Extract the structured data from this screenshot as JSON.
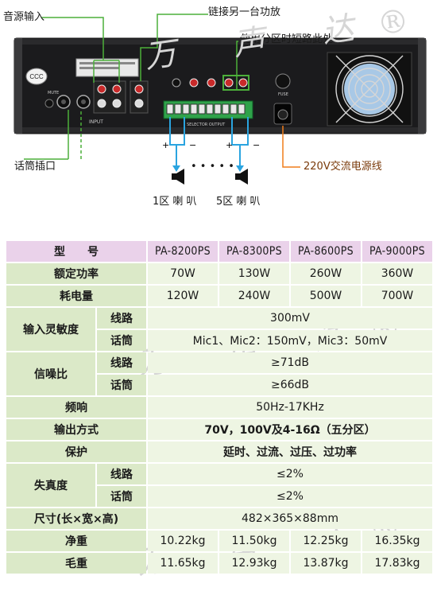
{
  "diagram": {
    "callouts": {
      "audio_input": "音源输入",
      "link_amp": "链接另一台功放",
      "short_zone": "使用分区时短路此处",
      "mic_jack": "话筒插口",
      "power_cord": "220V交流电源线"
    },
    "speakers": {
      "zone1": "1区 喇 叭",
      "zone5": "5区 喇 叭",
      "dots": "• • • • •"
    },
    "panel": {
      "selector_output": "SELECTOR OUTPUT",
      "input_label": "INPUT",
      "mute_label": "MUTE",
      "fuse_label": "FUSE"
    },
    "watermark": "万 声 达®"
  },
  "spec_table": {
    "header": [
      "型　　号",
      "PA-8200PS",
      "PA-8300PS",
      "PA-8600PS",
      "PA-9000PS"
    ],
    "rated_power": {
      "label": "额定功率",
      "values": [
        "70W",
        "130W",
        "260W",
        "360W"
      ]
    },
    "power_consumption": {
      "label": "耗电量",
      "values": [
        "120W",
        "240W",
        "500W",
        "700W"
      ]
    },
    "input_sensitivity": {
      "label": "输入灵敏度",
      "line_label": "线路",
      "line_value": "300mV",
      "mic_label": "话筒",
      "mic_value": "Mic1、Mic2：150mV，Mic3：50mV"
    },
    "snr": {
      "label": "信噪比",
      "line_label": "线路",
      "line_value": "≥71dB",
      "mic_label": "话筒",
      "mic_value": "≥66dB"
    },
    "frequency_response": {
      "label": "频响",
      "value": "50Hz-17KHz"
    },
    "output_mode": {
      "label": "输出方式",
      "value": "70V，100V及4-16Ω（五分区）"
    },
    "protection": {
      "label": "保护",
      "value": "延时、过流、过压、过功率"
    },
    "distortion": {
      "label": "失真度",
      "line_label": "线路",
      "line_value": "≤2%",
      "mic_label": "话筒",
      "mic_value": "≤2%"
    },
    "dimensions": {
      "label": "尺寸(长×宽×高)",
      "value": "482×365×88mm"
    },
    "net_weight": {
      "label": "净重",
      "values": [
        "10.22kg",
        "11.50kg",
        "12.25kg",
        "16.35kg"
      ]
    },
    "gross_weight": {
      "label": "毛重",
      "values": [
        "11.65kg",
        "12.93kg",
        "13.87kg",
        "17.83kg"
      ]
    }
  },
  "colors": {
    "header_bg": "#ead2ea",
    "label_bg": "#dbe9c8",
    "value_bg": "#eef5e3",
    "callout_green": "#4caf3a",
    "callout_orange": "#f07d1a",
    "wire_blue": "#2aa4e0",
    "panel_dark": "#1c1c1e"
  }
}
